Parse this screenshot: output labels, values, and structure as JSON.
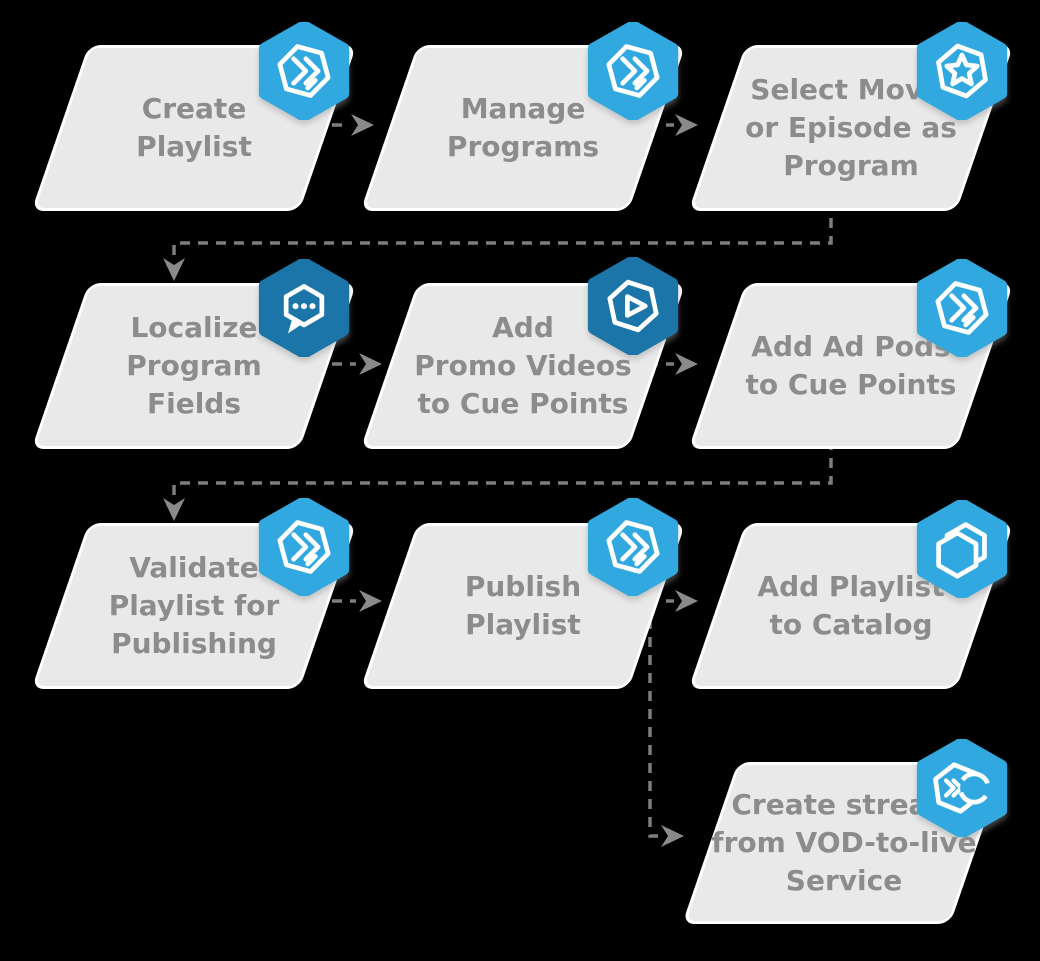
{
  "diagram": {
    "background_color": "#000000",
    "colors": {
      "node_fill": "#E9E9E9",
      "node_border": "#FFFFFF",
      "node_text": "#8C8C8C",
      "badge_light_blue": "#31A9E0",
      "badge_dark_blue": "#1B75A8",
      "connector_dash": "#7D7D7D",
      "arrowhead": "#8A8A8A"
    },
    "nodes": [
      {
        "id": "create-playlist",
        "label": "Create\nPlaylist",
        "icon": "double-chevron-hexagon-icon",
        "badge_color": "light_blue"
      },
      {
        "id": "manage-programs",
        "label": "Manage\nPrograms",
        "icon": "double-chevron-hexagon-icon",
        "badge_color": "light_blue"
      },
      {
        "id": "select-movie-or-episode",
        "label": "Select Movie\nor Episode as\nProgram",
        "icon": "star-hexagon-icon",
        "badge_color": "light_blue"
      },
      {
        "id": "localize-program-fields",
        "label": "Localize\nProgram\nFields",
        "icon": "chat-bubble-hexagon-icon",
        "badge_color": "dark_blue"
      },
      {
        "id": "add-promo-videos",
        "label": "Add\nPromo Videos\nto Cue Points",
        "icon": "play-hexagon-icon",
        "badge_color": "dark_blue"
      },
      {
        "id": "add-ad-pods",
        "label": "Add Ad Pods\nto Cue Points",
        "icon": "double-chevron-hexagon-icon",
        "badge_color": "light_blue"
      },
      {
        "id": "validate-playlist",
        "label": "Validate\nPlaylist for\nPublishing",
        "icon": "double-chevron-hexagon-icon",
        "badge_color": "light_blue"
      },
      {
        "id": "publish-playlist",
        "label": "Publish\nPlaylist",
        "icon": "double-chevron-hexagon-icon",
        "badge_color": "light_blue"
      },
      {
        "id": "add-playlist-to-catalog",
        "label": "Add Playlist\nto Catalog",
        "icon": "stacked-hexagons-icon",
        "badge_color": "light_blue"
      },
      {
        "id": "create-stream-vod",
        "label": "Create stream\nfrom VOD-to-live\nService",
        "icon": "stream-loop-hexagon-icon",
        "badge_color": "light_blue"
      }
    ],
    "connections": [
      {
        "from": "create-playlist",
        "to": "manage-programs"
      },
      {
        "from": "manage-programs",
        "to": "select-movie-or-episode"
      },
      {
        "from": "select-movie-or-episode",
        "to": "localize-program-fields"
      },
      {
        "from": "localize-program-fields",
        "to": "add-promo-videos"
      },
      {
        "from": "add-promo-videos",
        "to": "add-ad-pods"
      },
      {
        "from": "add-ad-pods",
        "to": "validate-playlist"
      },
      {
        "from": "validate-playlist",
        "to": "publish-playlist"
      },
      {
        "from": "publish-playlist",
        "to": "add-playlist-to-catalog"
      },
      {
        "from": "publish-playlist",
        "to": "create-stream-vod"
      }
    ]
  }
}
